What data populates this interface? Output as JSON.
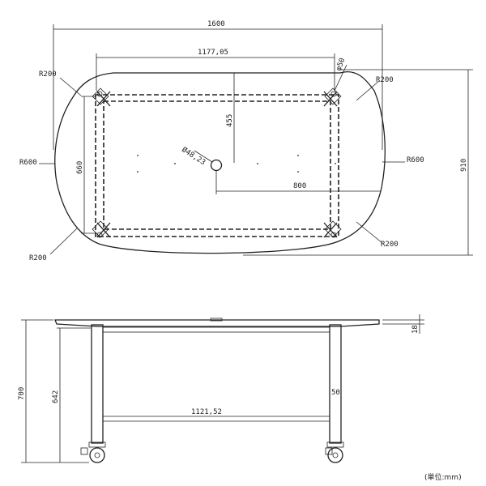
{
  "dimensions": {
    "width_top": "1600",
    "frame_width": "1177,05",
    "r_top_left": "R200",
    "r_top_right": "R200",
    "r_bottom_left": "R200",
    "r_bottom_right": "R200",
    "r_left": "R600",
    "r_right": "R600",
    "phi50": "φ50",
    "depth_455": "455",
    "depth_660": "660",
    "hole_diameter": "Ø48,23",
    "offset_800": "800",
    "depth_910": "910",
    "height_700": "700",
    "height_642": "642",
    "beam_1121": "1121,52",
    "leg_50": "50",
    "thickness_18": "18"
  },
  "unit_note": "(単位:mm)"
}
